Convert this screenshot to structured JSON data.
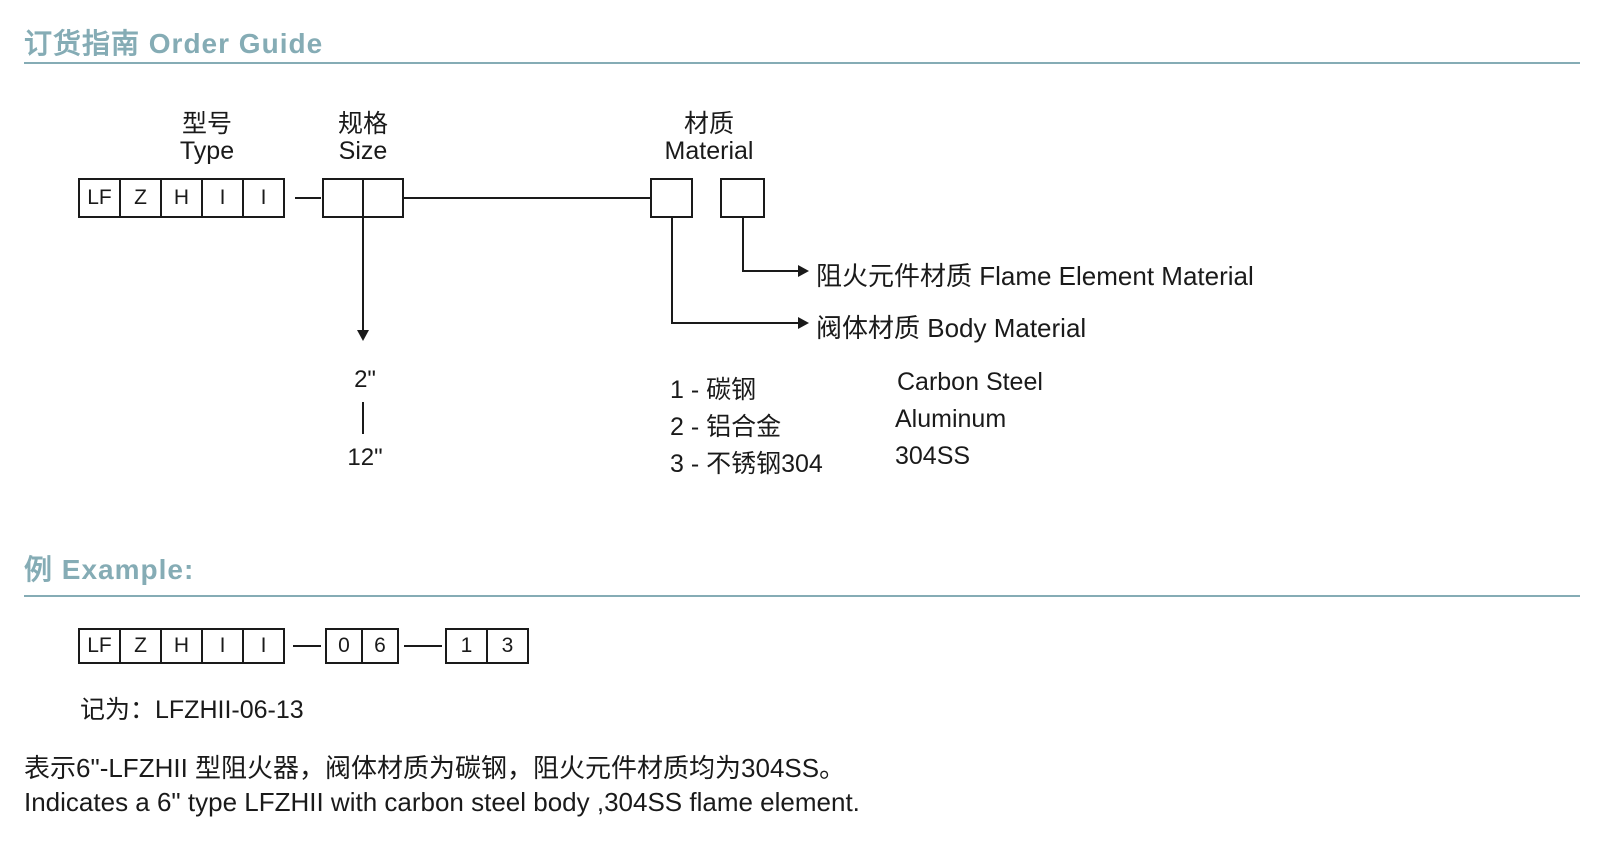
{
  "colors": {
    "accent": "#85acb5",
    "text": "#1a1a1a",
    "background": "#ffffff"
  },
  "order_guide": {
    "title": "订货指南 Order Guide",
    "groups": [
      {
        "zh": "型号",
        "en": "Type"
      },
      {
        "zh": "规格",
        "en": "Size"
      },
      {
        "zh": "材质",
        "en": "Material"
      }
    ],
    "type_cells": [
      "LF",
      "Z",
      "H",
      "I",
      "I"
    ],
    "size_cells": [
      "",
      ""
    ],
    "material_cells": [
      "",
      ""
    ],
    "size_range": {
      "min": "2\"",
      "max": "12\""
    },
    "callouts": {
      "flame_element": "阻火元件材质  Flame  Element  Material",
      "body": "阀体材质 Body Material"
    },
    "material_options": [
      {
        "code": "1 - 碳钢",
        "en": "Carbon Steel"
      },
      {
        "code": "2 - 铝合金",
        "en": "Aluminum"
      },
      {
        "code": "3 - 不锈钢304",
        "en": "304SS"
      }
    ]
  },
  "example": {
    "title": "例 Example:",
    "type_cells": [
      "LF",
      "Z",
      "H",
      "I",
      "I"
    ],
    "size_cells": [
      "0",
      "6"
    ],
    "material_cells": [
      "1",
      "3"
    ],
    "code_label": "记为：LFZHII-06-13",
    "desc_zh": "表示6\"-LFZHII 型阻火器，阀体材质为碳钢，阻火元件材质均为304SS。",
    "desc_en": "Indicates a 6\" type LFZHII with carbon steel body ,304SS flame  element."
  }
}
